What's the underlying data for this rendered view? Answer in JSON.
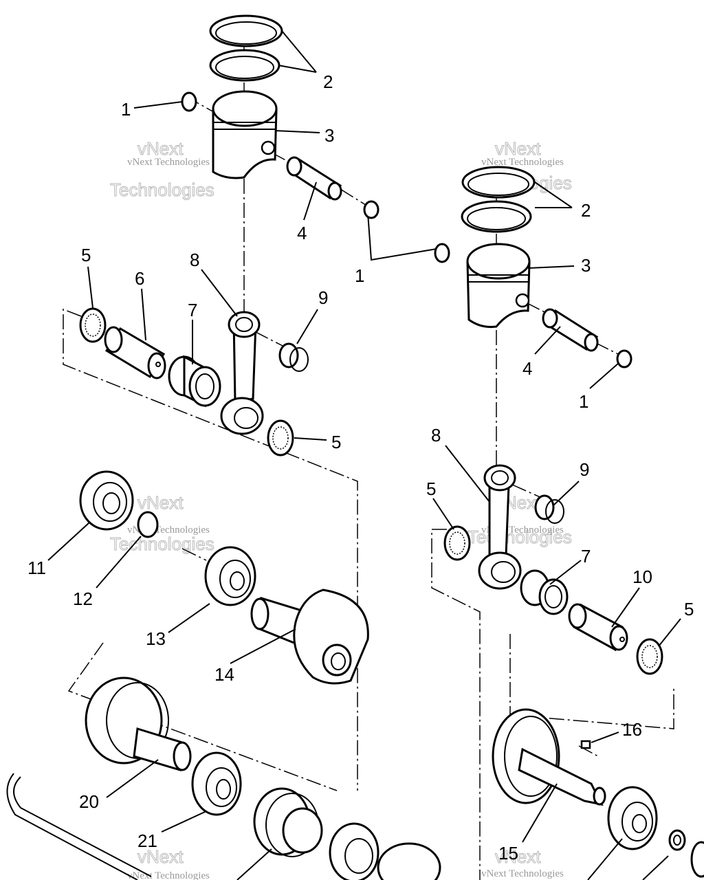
{
  "watermark": {
    "brand": "vNext",
    "product": "Technologies",
    "caption": "vNext Technologies"
  },
  "callouts": [
    "1",
    "2",
    "3",
    "4",
    "1",
    "2",
    "3",
    "5",
    "6",
    "7",
    "8",
    "9",
    "4",
    "1",
    "5",
    "8",
    "9",
    "5",
    "7",
    "10",
    "5",
    "11",
    "12",
    "13",
    "14",
    "16",
    "20",
    "21",
    "15"
  ]
}
